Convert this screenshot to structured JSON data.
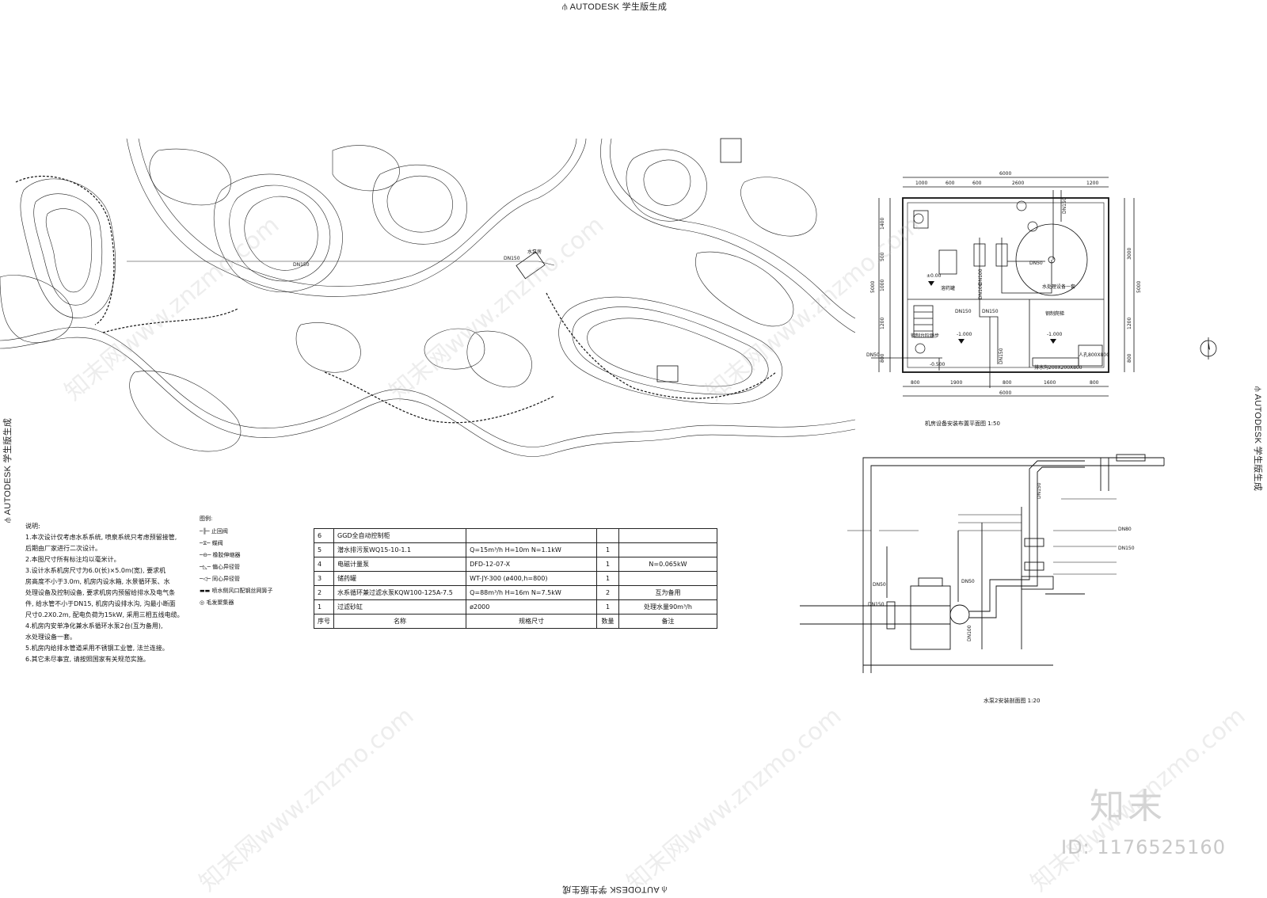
{
  "banner": {
    "top": "AUTODESK 学生版生成",
    "left": "AUTODESK 学生版生成",
    "right": "AUTODESK 学生版生成",
    "bottom": "AUTODESK 学生版生成"
  },
  "site_plan": {
    "pipe_label_1": "DN150",
    "pipe_label_2": "DN150",
    "pump_room_label": "水泵房"
  },
  "notes": {
    "heading": "说明:",
    "lines": [
      "1.本次设计仅考虑水系系统, 喷泉系统只考虑预留接管,",
      "后期由厂家进行二次设计。",
      "2.本图尺寸所有标注均以毫米计。",
      "3.设计水系机房尺寸为6.0(长)×5.0m(宽), 要求机",
      "房高度不小于3.0m, 机房内设水箱, 水景循环泵、水",
      "处理设备及控制设备, 要求机房内预留给排水及电气条",
      "件, 给水管不小于DN15, 机房内设排水沟, 沟最小断面",
      "尺寸0.2X0.2m, 配电负荷为15kW, 采用三相五线电缆。",
      "4.机房内安单净化兼水系循环水泵2台(互为备用),",
      "水处理设备一套。",
      "5.机房内给排水管道采用不锈钢工业管, 法兰连接。",
      "6.其它未尽事宜, 请按照国家有关规范实施。"
    ]
  },
  "legend": {
    "heading": "图例:",
    "items": [
      "止回阀",
      "蝶阀",
      "橡胶伸缩器",
      "偏心异径管",
      "同心异径管",
      "喷水侧风口配钢丝网箅子",
      "毛发聚集器"
    ]
  },
  "equipment_table": {
    "rows": [
      {
        "no": "6",
        "name": "GGD全自动控制柜",
        "spec": "",
        "qty": "",
        "remark": ""
      },
      {
        "no": "5",
        "name": "潜水排污泵WQ15-10-1.1",
        "spec": "Q=15m³/h H=10m N=1.1kW",
        "qty": "1",
        "remark": ""
      },
      {
        "no": "4",
        "name": "电磁计量泵",
        "spec": "DFD-12-07-X",
        "qty": "1",
        "remark": "N=0.065kW"
      },
      {
        "no": "3",
        "name": "储药罐",
        "spec": "WT-JY-300 (ø400,h=800)",
        "qty": "1",
        "remark": ""
      },
      {
        "no": "2",
        "name": "水系循环兼过滤水泵KQW100-125A-7.5",
        "spec": "Q=88m³/h H=16m N=7.5kW",
        "qty": "2",
        "remark": "互为备用"
      },
      {
        "no": "1",
        "name": "过滤砂缸",
        "spec": "ø2000",
        "qty": "1",
        "remark": "处理水量90m³/h"
      }
    ],
    "header": {
      "no": "序号",
      "name": "名称",
      "spec": "规格尺寸",
      "qty": "数量",
      "remark": "备注"
    }
  },
  "plan_view": {
    "dims_top": [
      "6000",
      "1000",
      "600",
      "600",
      "2600",
      "1200"
    ],
    "dims_bottom": [
      "800",
      "1900",
      "800",
      "1600",
      "800",
      "6000"
    ],
    "dims_left": [
      "1400",
      "500",
      "1000",
      "1200",
      "800",
      "5000"
    ],
    "dims_right": [
      "3000",
      "1200",
      "800",
      "5000"
    ],
    "labels": [
      "±0.00",
      "-1.000",
      "-1.000",
      "-0.500",
      "DN150",
      "DN100",
      "DN150",
      "DN50",
      "DN50",
      "DN100",
      "DN150",
      "DN150",
      "水处理设备一套",
      "钢制爬梯",
      "钢制台阶踏步",
      "人孔800X800",
      "排水沟200X200X800",
      "溶药罐"
    ],
    "caption": "机房设备安装布置平面图 1:50"
  },
  "section_view": {
    "labels": [
      "DN50",
      "DN50",
      "DN150",
      "DN150",
      "DN150",
      "DN100",
      "DN80"
    ],
    "caption": "水泵2安装剖面图 1:20"
  },
  "watermark": {
    "logo": "知末",
    "id": "ID: 1176525160",
    "diag": "知末网www.znzmo.com"
  }
}
